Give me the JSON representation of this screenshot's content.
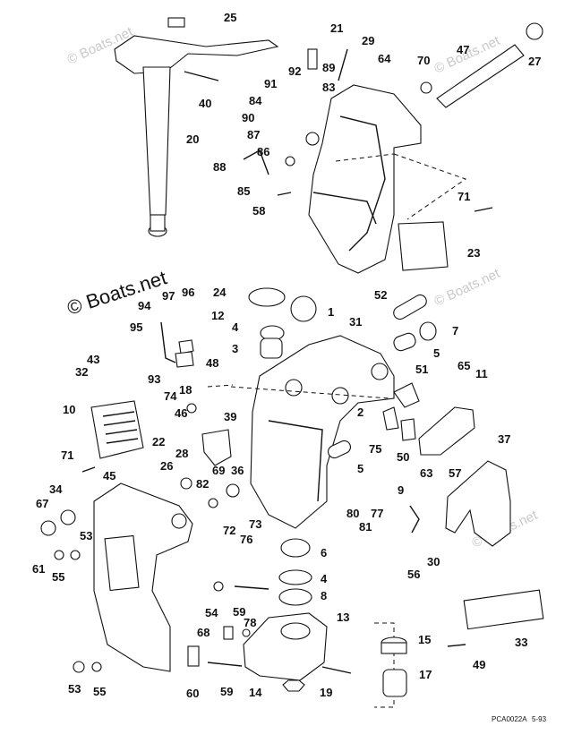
{
  "watermark": "© Boats.net",
  "watermark_faint": "© Boats.net",
  "footer": {
    "code": "PCA0022A",
    "date": "5-93"
  },
  "labels": {
    "l25": "25",
    "l21": "21",
    "l29": "29",
    "l47": "47",
    "l27": "27",
    "l70": "70",
    "l40": "40",
    "l92": "92",
    "l89": "89",
    "l64": "64",
    "l91": "91",
    "l83": "83",
    "l84": "84",
    "l90": "90",
    "l87": "87",
    "l20": "20",
    "l86": "86",
    "l88": "88",
    "l85": "85",
    "l58": "58",
    "l71a": "71",
    "l23": "23",
    "l24": "24",
    "l94": "94",
    "l97": "97",
    "l96": "96",
    "l95": "95",
    "l12": "12",
    "l4a": "4",
    "l3": "3",
    "l48": "48",
    "l52": "52",
    "l1": "1",
    "l31": "31",
    "l7": "7",
    "l5a": "5",
    "l43": "43",
    "l32": "32",
    "l10": "10",
    "l93": "93",
    "l74": "74",
    "l18": "18",
    "l46": "46",
    "l51": "51",
    "l65": "65",
    "l11": "11",
    "l2": "2",
    "l39": "39",
    "l22": "22",
    "l28": "28",
    "l75": "75",
    "l50": "50",
    "l37": "37",
    "l71b": "71",
    "l26": "26",
    "l69": "69",
    "l36": "36",
    "l5b": "5",
    "l63": "63",
    "l57": "57",
    "l45": "45",
    "l82": "82",
    "l34": "34",
    "l67": "67",
    "l80": "80",
    "l77": "77",
    "l9": "9",
    "l81": "81",
    "l72": "72",
    "l73": "73",
    "l76": "76",
    "l53a": "53",
    "l61": "61",
    "l55a": "55",
    "l6": "6",
    "l30": "30",
    "l4b": "4",
    "l8": "8",
    "l56": "56",
    "l59a": "59",
    "l54": "54",
    "l13": "13",
    "l33": "33",
    "l68": "68",
    "l78": "78",
    "l15": "15",
    "l49": "49",
    "l60": "60",
    "l59b": "59",
    "l14": "14",
    "l19": "19",
    "l17": "17",
    "l53b": "53",
    "l55b": "55"
  }
}
